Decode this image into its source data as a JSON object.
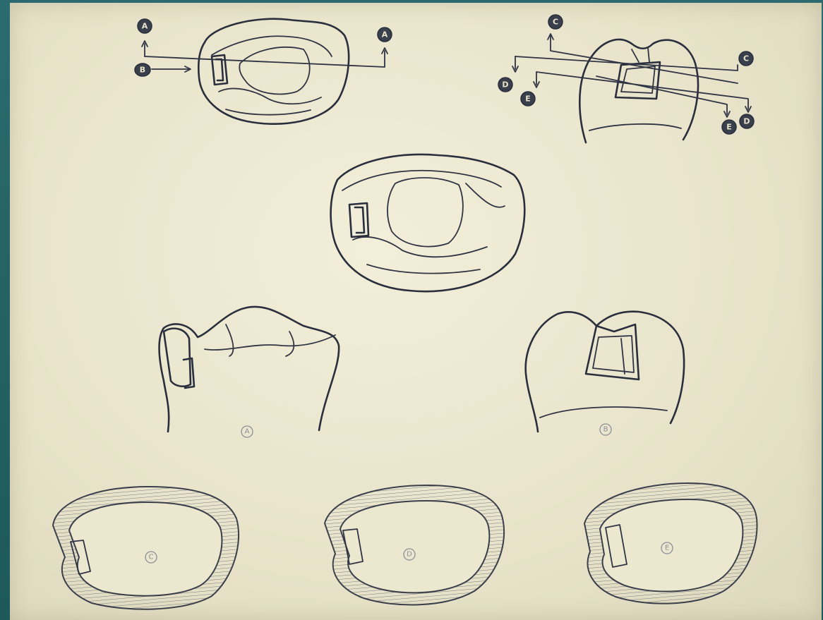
{
  "labels": {
    "fig1_a_left": "A",
    "fig1_b_left": "B",
    "fig1_a_right": "A",
    "fig2_c_top": "C",
    "fig2_d_left": "D",
    "fig2_e_left": "E",
    "fig2_c_right": "C",
    "fig2_e_right": "E",
    "fig2_d_right": "D",
    "view_a": "A",
    "view_b": "B",
    "section_1": "C",
    "section_2": "D",
    "section_3": "E"
  }
}
